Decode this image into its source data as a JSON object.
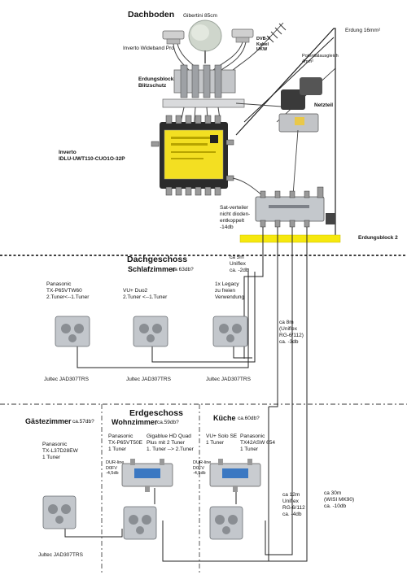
{
  "attic": {
    "title": "Dachboden",
    "dish_label": "Gibertini 85cm",
    "lnb_label": "Inverto Wideband Pro",
    "antenna_label": "DVB-T\nKabel\nUKW",
    "ground_label": "Erdung 16mm²",
    "equalizer_label": "Potentialausgleich\n4mm²",
    "grounding_block_label": "Erdungsblock\nBlitzschutz",
    "psu_label": "Netzteil",
    "switch_label": "Inverto\nIDLU-UWT110-CUO1O-32P",
    "splitter_label": "Sat-verteiler\nnicht dioden-\nentkoppelt\n-14db",
    "grounding_block2_label": "Erdungsblock 2"
  },
  "top_floor": {
    "title": "Dachgeschoss",
    "room": "Schlafzimmer",
    "room_size": "ca 63db?",
    "cable_label": "ca 5m\nUniflex\nca. -2db",
    "legacy_label": "1x Legacy\nzu freien\nVerwendung",
    "tv1": "Panasonic\nTX-P65VTW60\n2.Tuner<--1.Tuner",
    "tv2": "VU+ Duo2\n2.Tuner <--1.Tuner",
    "outlets": [
      "Jultec JAD307TRS",
      "Jultec JAD307TRS",
      "Jultec JAD307TRS"
    ],
    "riser_label": "ca 8m\n(Uniflex\nRG-6/112)\nca. -3db"
  },
  "ground_floor": {
    "title": "Erdgeschoss",
    "living_room": "Wohnzimmer",
    "living_room_size": "ca.59db?",
    "guest_room": "Gästezimmer",
    "guest_room_size": "ca.57db?",
    "kitchen": "Küche",
    "kitchen_size": "ca.60db?",
    "guest_tv": "Panasonic\nTX-L37D28EW\n1 Tuner",
    "living_tv": "Panasonic\nTX-P65VT50E\n1 Tuner",
    "living_rx": "Gigablue HD Quad\nPlus mit 2 Tuner\n1. Tuner --> 2.Tuner",
    "kitchen_rx": "VU+ Solo SE\n1 Tuner",
    "kitchen_tv": "Panasonic\nTX42ASW 654\n1 Tuner",
    "dur_label": "DUR-line\nD0FV\n-4,5db",
    "guest_outlet": "Jultec JAD307TRS",
    "cable_12m": "ca 12m\nUniflex\nRG-6/112\nca. -4db",
    "cable_30m": "ca 30m\n(WISI MK90)\nca. -10db"
  },
  "colors": {
    "switch_yellow": "#f3df22",
    "ground_bar": "#f6e80e",
    "device_gray": "#c9cbd0",
    "line": "#1a1a1a"
  }
}
